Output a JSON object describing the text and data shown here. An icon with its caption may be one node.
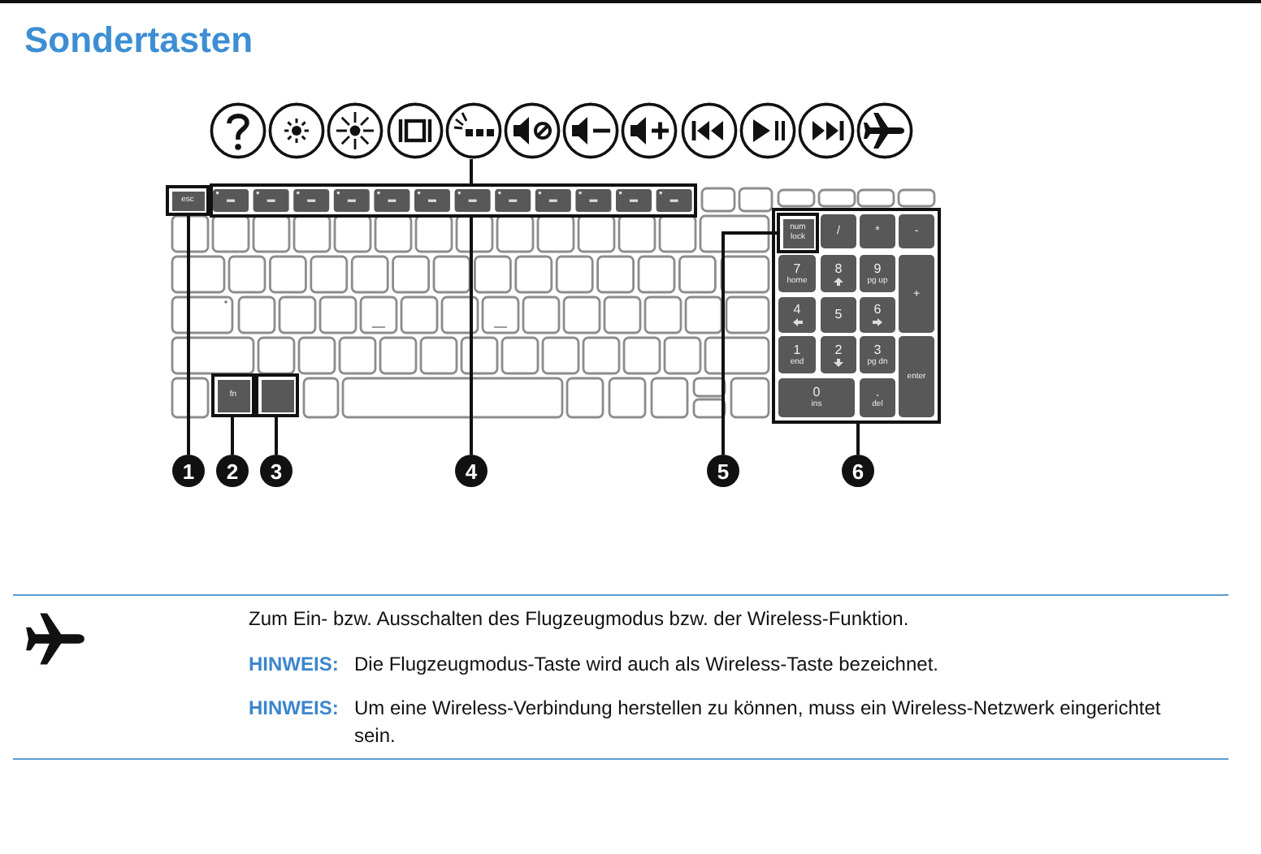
{
  "diagram": {
    "title": "Sondertasten",
    "nodes": [
      {
        "text": [],
        "shape": "picture"
      },
      {
        "text": [
          "esc"
        ]
      },
      {
        "text": [],
        "shape": "box"
      },
      {
        "text": [],
        "shape": "box"
      },
      {
        "text": [
          "num lock"
        ],
        "in": 3
      },
      {
        "text": [
          "/"
        ],
        "in": 3
      },
      {
        "text": [
          "*"
        ],
        "in": 3
      },
      {
        "text": [
          "-"
        ],
        "in": 3
      },
      {
        "text": [
          "7",
          "home"
        ],
        "in": 3
      },
      {
        "text": [
          "8"
        ],
        "in": 3
      },
      {
        "text": [
          "9",
          "pg up"
        ],
        "in": 3
      },
      {
        "text": [
          "+"
        ],
        "in": 3
      },
      {
        "text": [
          "4"
        ],
        "in": 3
      },
      {
        "text": [
          "5"
        ],
        "in": 3
      },
      {
        "text": [
          "6"
        ],
        "in": 3
      },
      {
        "text": [
          "1",
          "end"
        ],
        "in": 3
      },
      {
        "text": [
          "2"
        ],
        "in": 3
      },
      {
        "text": [
          "3",
          "pg dn"
        ],
        "in": 3
      },
      {
        "text": [
          "enter"
        ],
        "in": 3
      },
      {
        "text": [
          "0",
          "ins"
        ],
        "in": 3
      },
      {
        "text": [
          ".",
          "del"
        ],
        "in": 3
      },
      {
        "text": [
          "fn"
        ]
      },
      {
        "text": [],
        "shape": "box"
      },
      {
        "text": [
          "1"
        ]
      },
      {
        "text": [
          "2"
        ]
      },
      {
        "text": [
          "3"
        ]
      },
      {
        "text": [
          "4"
        ]
      },
      {
        "text": [
          "5"
        ]
      },
      {
        "text": [
          "6"
        ]
      }
    ],
    "edges": [
      {
        "from": 23,
        "to": 1,
        "arrow": "none"
      },
      {
        "from": 24,
        "to": 21,
        "arrow": "none"
      },
      {
        "from": 25,
        "to": 22,
        "arrow": "none"
      },
      {
        "from": 26,
        "to": 2,
        "arrow": "none"
      },
      {
        "from": 2,
        "to": 0,
        "arrow": "none"
      },
      {
        "from": 27,
        "to": 4,
        "arrow": "none"
      },
      {
        "from": 28,
        "to": 3,
        "arrow": "none"
      }
    ],
    "labels": [
      "Zum Ein- bzw. Ausschalten des Flugzeugmodus bzw. der Wireless-Funktion.",
      "HINWEIS:",
      "Die Flugzeugmodus-Taste wird auch als Wireless-Taste bezeichnet.",
      "HINWEIS:",
      "Um eine Wireless-Verbindung herstellen zu können, muss ein Wireless-Netzwerk eingerichtet sein."
    ]
  }
}
